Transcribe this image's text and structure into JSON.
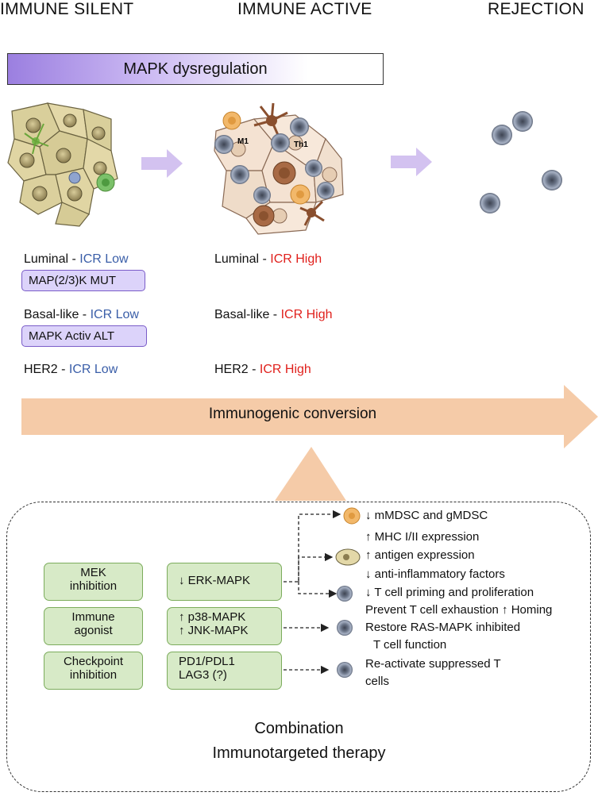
{
  "stages": [
    "IMMUNE SILENT",
    "IMMUNE ACTIVE",
    "REJECTION"
  ],
  "mapk_bar": "MAPK dysregulation",
  "cell_labels": {
    "m1": "M1",
    "th1": "Th1"
  },
  "silent_rows": [
    {
      "subtype": "Luminal - ",
      "icr": "ICR Low",
      "alteration": "MAP(2/3)K MUT"
    },
    {
      "subtype": "Basal-like - ",
      "icr": "ICR Low",
      "alteration": "MAPK Activ ALT"
    },
    {
      "subtype": "HER2 - ",
      "icr": "ICR Low"
    }
  ],
  "active_rows": [
    {
      "subtype": "Luminal - ",
      "icr": "ICR High"
    },
    {
      "subtype": "Basal-like - ",
      "icr": "ICR High"
    },
    {
      "subtype": "HER2 - ",
      "icr": "ICR High"
    }
  ],
  "conversion_arrow": "Immunogenic conversion",
  "treatments": [
    {
      "name": [
        "MEK",
        "inhibition"
      ],
      "targets": [
        "↓ ERK-MAPK"
      ]
    },
    {
      "name": [
        "Immune",
        "agonist"
      ],
      "targets": [
        "↑ p38-MAPK",
        "↑ JNK-MAPK"
      ]
    },
    {
      "name": [
        "Checkpoint",
        "inhibition"
      ],
      "targets": [
        "PD1/PDL1",
        "LAG3 (?)"
      ]
    }
  ],
  "effects": [
    "↓ mMDSC and gMDSC",
    "↑ MHC I/II  expression",
    "↑ antigen expression",
    "↓ anti-inflammatory factors",
    "↓ T cell priming and proliferation",
    "Prevent T cell exhaustion ↑ Homing",
    "Restore RAS-MAPK inhibited",
    "T cell function",
    "Re-activate suppressed T",
    "cells"
  ],
  "footer": [
    "Combination",
    "Immunotargeted therapy"
  ],
  "colors": {
    "icr_low": "#3a5ea8",
    "icr_high": "#e0201c",
    "purple_box": "#dcd3fa",
    "green_box": "#d7eac7",
    "conversion_arrow": "#f5cba8",
    "t_cell": "#7d8aa0",
    "macrophage": "#f2b86a"
  }
}
